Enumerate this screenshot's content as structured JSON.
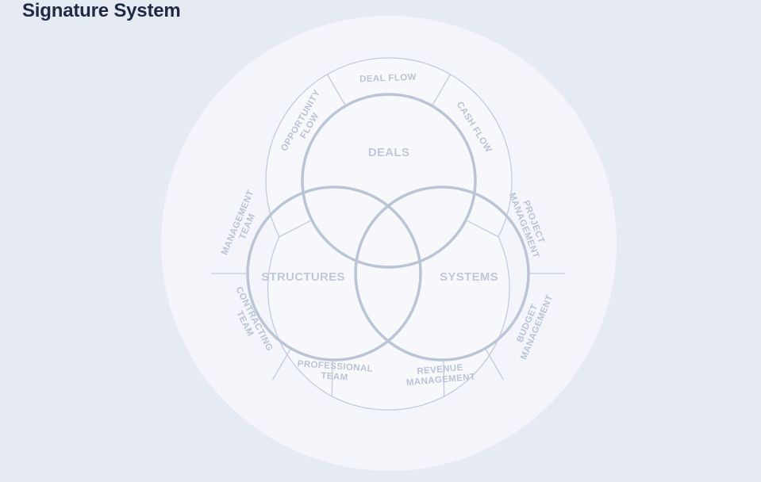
{
  "title": "Signature System",
  "colors": {
    "page_background": "#e6eaf3",
    "backdrop_circle": "#f3f5fa",
    "line": "#bac4d6",
    "label": "#bfc7d8",
    "title": "#1f2a44"
  },
  "circles": [
    {
      "id": "deals",
      "label": "DEALS"
    },
    {
      "id": "structures",
      "label": "STRUCTURES"
    },
    {
      "id": "systems",
      "label": "SYSTEMS"
    }
  ],
  "segments": [
    {
      "id": "deal-flow",
      "lines": [
        "DEAL FLOW"
      ]
    },
    {
      "id": "cash-flow",
      "lines": [
        "CASH FLOW"
      ]
    },
    {
      "id": "project-management",
      "lines": [
        "PROJECT",
        "MANAGEMENT"
      ]
    },
    {
      "id": "budget-management",
      "lines": [
        "BUDGET",
        "MANAGEMENT"
      ]
    },
    {
      "id": "revenue-management",
      "lines": [
        "REVENUE",
        "MANAGEMENT"
      ]
    },
    {
      "id": "professional-team",
      "lines": [
        "PROFESSIONAL",
        "TEAM"
      ]
    },
    {
      "id": "contracting-team",
      "lines": [
        "CONTRACTING",
        "TEAM"
      ]
    },
    {
      "id": "management-team",
      "lines": [
        "MANAGEMENT",
        "TEAM"
      ]
    },
    {
      "id": "opportunity-flow",
      "lines": [
        "OPPORTUNITY",
        "FLOW"
      ]
    }
  ]
}
